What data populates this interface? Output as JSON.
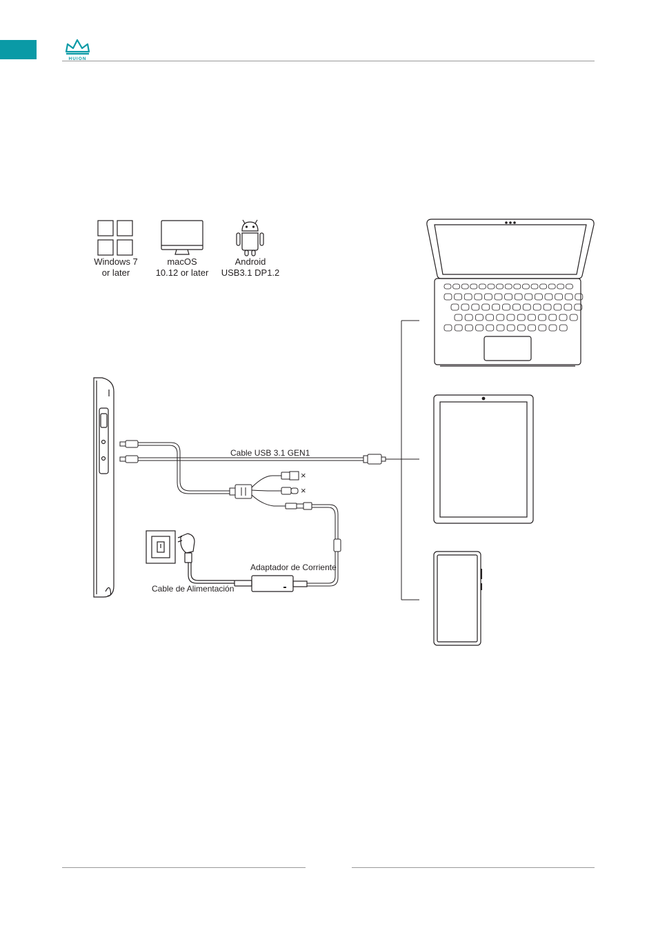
{
  "header": {
    "brand": "HUION",
    "accent_color": "#0a9aa6",
    "logo_icon": "crown-icon"
  },
  "os_support": [
    {
      "icon": "windows-icon",
      "line1": "Windows 7",
      "line2": "or later"
    },
    {
      "icon": "monitor-icon",
      "line1": "macOS",
      "line2": "10.12 or later"
    },
    {
      "icon": "android-icon",
      "line1": "Android",
      "line2": "USB3.1 DP1.2"
    }
  ],
  "cables": {
    "usb_cable": "Cable USB 3.1 GEN1",
    "power_adapter": "Adaptador de Corriente",
    "power_cable": "Cable de Alimentación",
    "unused_mark": "×"
  },
  "devices": [
    "laptop-icon",
    "tablet-icon",
    "phone-icon"
  ]
}
